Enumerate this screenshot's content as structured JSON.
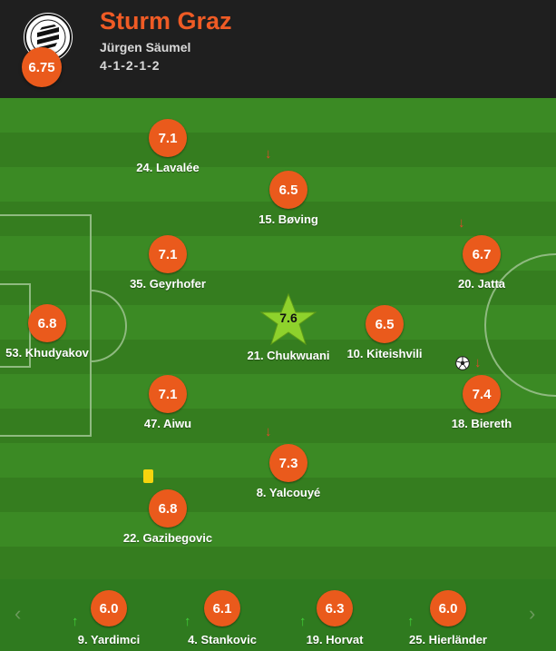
{
  "team": {
    "name": "Sturm Graz",
    "coach": "Jürgen Säumel",
    "formation": "4-1-2-1-2",
    "rating": "6.75"
  },
  "players": [
    {
      "label": "24. Lavalée",
      "rating": "7.1"
    },
    {
      "label": "15. Bøving",
      "rating": "6.5"
    },
    {
      "label": "35. Geyrhofer",
      "rating": "7.1"
    },
    {
      "label": "20. Jatta",
      "rating": "6.7"
    },
    {
      "label": "53. Khudyakov",
      "rating": "6.8"
    },
    {
      "label": "21. Chukwuani",
      "rating": "7.6"
    },
    {
      "label": "10. Kiteishvili",
      "rating": "6.5"
    },
    {
      "label": "47. Aiwu",
      "rating": "7.1"
    },
    {
      "label": "18. Biereth",
      "rating": "7.4"
    },
    {
      "label": "8. Yalcouyé",
      "rating": "7.3"
    },
    {
      "label": "22. Gazibegovic",
      "rating": "6.8"
    }
  ],
  "subs": [
    {
      "label": "9. Yardimci",
      "rating": "6.0"
    },
    {
      "label": "4. Stankovic",
      "rating": "6.1"
    },
    {
      "label": "19. Horvat",
      "rating": "6.3"
    },
    {
      "label": "25. Hierländer",
      "rating": "6.0"
    }
  ],
  "icons": {
    "sub_out": "↓",
    "sub_in": "↑",
    "prev": "‹",
    "next": "›"
  },
  "colors": {
    "rating": "#ea5a1c",
    "team_name": "#ef5b25",
    "star": "#8ed22c",
    "sub_out": "#e04a2a",
    "sub_in": "#43d13a"
  }
}
